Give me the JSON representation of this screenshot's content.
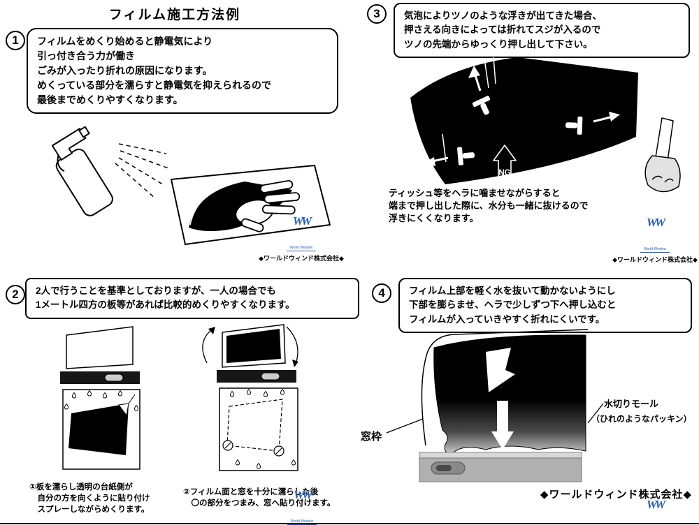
{
  "title": "フィルム施工方法例",
  "company": {
    "logo": "WW",
    "logo_sub": "World Window",
    "name_small": "◆ワールドウィンド株式会社◆",
    "name_bold": "◆ワールドウィンド株式会社◆"
  },
  "steps": {
    "s1": {
      "number": "1",
      "bubble": "フィルムをめくり始めると静電気により\n引っ付き合う力が働き\nごみが入ったり折れの原因になります。\nめくっている部分を濡らすと静電気を抑えられるので\n最後までめくりやすくなります。"
    },
    "s2": {
      "number": "2",
      "bubble": "2人で行うことを基準としておりますが、一人の場合でも\n1メートル四方の板等があれば比較的めくりやすくなります。",
      "caption1": "①板を濡らし透明の台紙側が\n　自分の方を向くように貼り付け\n　スプレーしながらめくります。",
      "caption2": "②フィルム面と窓を十分に濡らした後\n　〇の部分をつまみ、窓へ貼り付けます。"
    },
    "s3": {
      "number": "3",
      "bubble": "気泡によりツノのような浮きが出てきた場合、\n押さえる向きによっては折れてスジが入るので\nツノの先端からゆっくり押し出して下さい。",
      "caption": "ティッシュ等をヘラに噛ませながらすると\n端まで押し出した際に、水分も一緒に抜けるので\n浮きにくくなります。",
      "ng_label": "NG"
    },
    "s4": {
      "number": "4",
      "bubble": "フィルム上部を軽く水を抜いて動かないようにし\n下部を膨らませ、ヘラで少しずつ下へ押し込むと\nフィルムが入っていきやすく折れにくいです。",
      "label_window_frame": "窓枠",
      "label_molding": "水切りモール",
      "label_molding_sub": "（ひれのようなパッキン）"
    }
  }
}
